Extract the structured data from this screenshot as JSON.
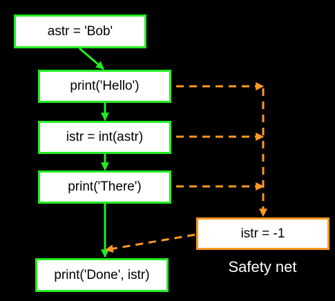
{
  "nodes": {
    "astr_assign": "astr = 'Bob'",
    "print_hello": "print('Hello')",
    "istr_convert": "istr = int(astr)",
    "print_there": "print('There')",
    "print_done": "print('Done', istr)",
    "istr_fallback": "istr = -1"
  },
  "caption": "Safety net",
  "colors": {
    "background": "#000000",
    "normal_flow": "#22ee22",
    "exception_flow": "#ff9922",
    "box_fill": "#ffffff"
  }
}
